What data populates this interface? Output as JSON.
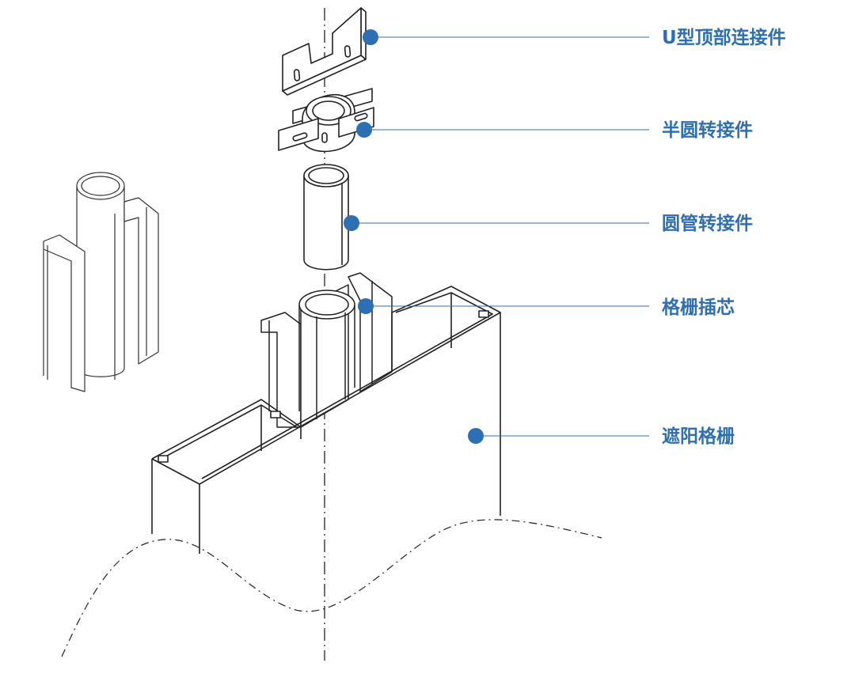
{
  "diagram": {
    "labels": [
      "U型顶部连接件",
      "半圆转接件",
      "圆管转接件",
      "格栅插芯",
      "遮阳格栅"
    ],
    "accent_color": "#2e6fb3",
    "line_color": "#222222",
    "leader_color": "#2e6fb3"
  }
}
